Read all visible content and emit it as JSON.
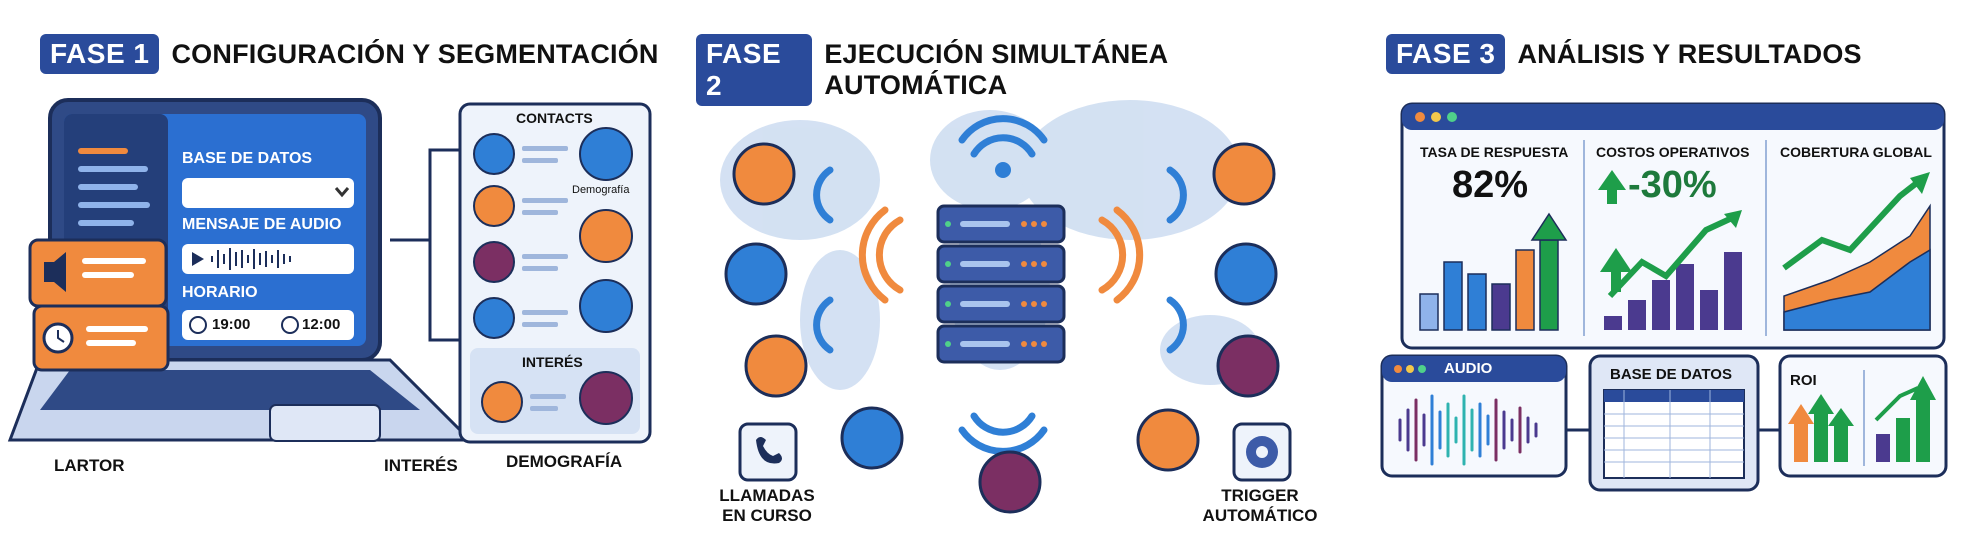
{
  "phase1": {
    "badge": "FASE 1",
    "title": "CONFIGURACIÓN Y SEGMENTACIÓN",
    "laptop": {
      "db_label": "BASE DE DATOS",
      "audio_label": "MENSAJE DE AUDIO",
      "schedule_label": "HORARIO",
      "time_start": "19:00",
      "time_end": "12:00"
    },
    "contacts_title": "CONTACTS",
    "demografia_small": "Demografía",
    "interes_box": "INTERÉS",
    "labels": {
      "lartor": "LARTOR",
      "interes": "INTERÉS",
      "demografia": "DEMOGRAFÍA"
    }
  },
  "phase2": {
    "badge": "FASE 2",
    "title": "EJECUCIÓN SIMULTÁNEA AUTOMÁTICA",
    "calls_label_1": "LLAMADAS",
    "calls_label_2": "EN CURSO",
    "trigger_label_1": "TRIGGER",
    "trigger_label_2": "AUTOMÁTICO"
  },
  "phase3": {
    "badge": "FASE 3",
    "title": "ANÁLISIS Y RESULTADOS",
    "kpis": [
      {
        "label": "TASA DE RESPUESTA",
        "value": "82%"
      },
      {
        "label": "COSTOS OPERATIVOS",
        "value": "-30%"
      },
      {
        "label": "COBERTURA GLOBAL",
        "value": ""
      }
    ],
    "cards": {
      "audio": "AUDIO",
      "db": "BASE DE DATOS",
      "roi": "ROI"
    }
  },
  "colors": {
    "brand": "#2a4b9b",
    "accent_orange": "#f08a3e",
    "accent_green": "#1e9e4a",
    "bar_blue": "#2f7fd6",
    "bar_purple": "#4b3a8f"
  }
}
